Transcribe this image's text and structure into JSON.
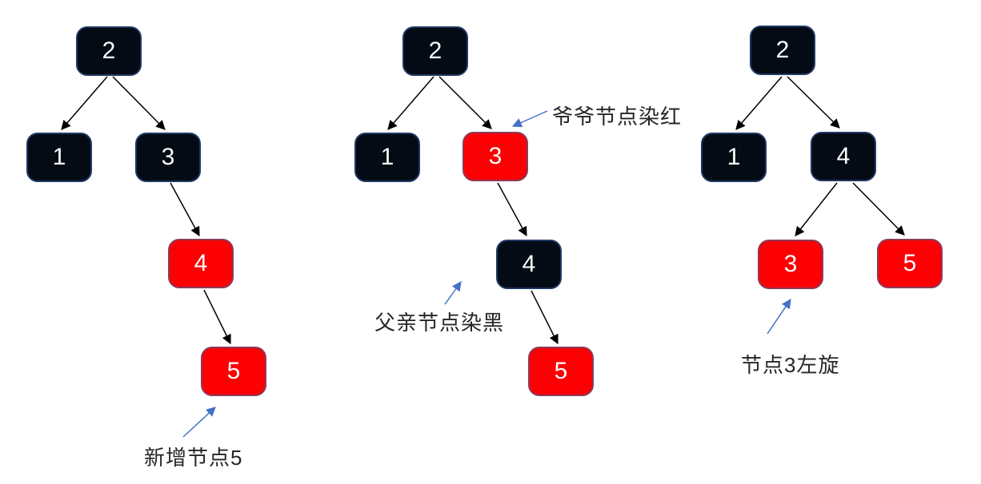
{
  "diagram": {
    "type": "red-black-tree-insertion-steps",
    "annotations": {
      "insert": "新增节点5",
      "grandparent_recolor": "爷爷节点染红",
      "parent_recolor": "父亲节点染黑",
      "rotate": "节点3左旋"
    },
    "trees": [
      {
        "name": "step-1-after-insert",
        "nodes": [
          {
            "label": "2",
            "color": "black"
          },
          {
            "label": "1",
            "color": "black"
          },
          {
            "label": "3",
            "color": "black"
          },
          {
            "label": "4",
            "color": "red"
          },
          {
            "label": "5",
            "color": "red"
          }
        ],
        "edges": [
          "2→1",
          "2→3",
          "3→4",
          "4→5"
        ]
      },
      {
        "name": "step-2-recolor",
        "nodes": [
          {
            "label": "2",
            "color": "black"
          },
          {
            "label": "1",
            "color": "black"
          },
          {
            "label": "3",
            "color": "red"
          },
          {
            "label": "4",
            "color": "black"
          },
          {
            "label": "5",
            "color": "red"
          }
        ],
        "edges": [
          "2→1",
          "2→3",
          "3→4",
          "4→5"
        ]
      },
      {
        "name": "step-3-left-rotate",
        "nodes": [
          {
            "label": "2",
            "color": "black"
          },
          {
            "label": "1",
            "color": "black"
          },
          {
            "label": "4",
            "color": "black"
          },
          {
            "label": "3",
            "color": "red"
          },
          {
            "label": "5",
            "color": "red"
          }
        ],
        "edges": [
          "2→1",
          "2→4",
          "4→3",
          "4→5"
        ]
      }
    ]
  },
  "colors": {
    "background": "#ffffff",
    "node_black_fill": "#050b14",
    "node_black_border": "#1f3864",
    "node_red_fill": "#fb0104",
    "node_red_border": "#8c3a5c",
    "node_text": "#ffffff",
    "edge": "#000000",
    "annotation_arrow": "#4472c4",
    "annotation_text": "#262626"
  }
}
